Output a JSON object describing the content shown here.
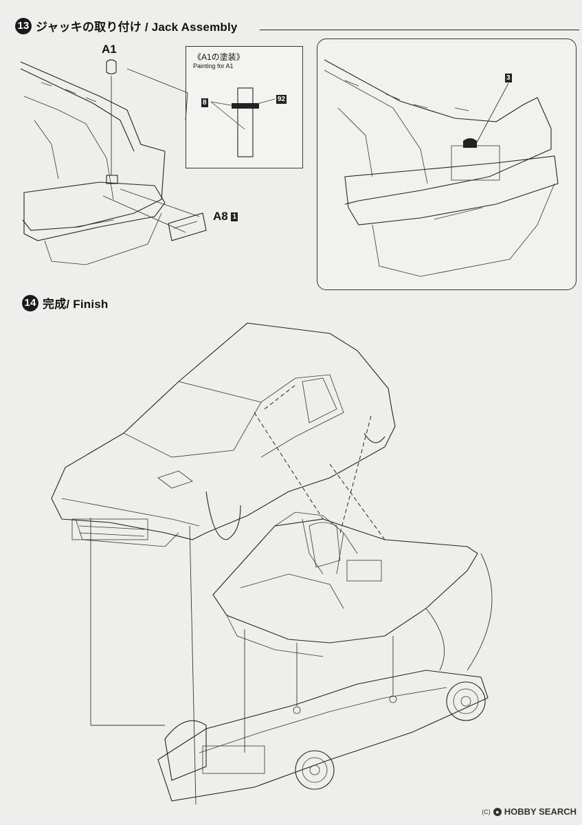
{
  "step13": {
    "number": "13",
    "title": "ジャッキの取り付け / Jack Assembly",
    "part_a1": "A1",
    "part_a8": "A8",
    "part_a8_badge": "1",
    "painting": {
      "title": "《A1の塗装》",
      "subtitle": "Painting for A1",
      "color_a": "8",
      "color_b": "92"
    },
    "inset_badge": "3"
  },
  "step14": {
    "number": "14",
    "title": "完成/ Finish"
  },
  "watermark": {
    "tm": "(C)",
    "text": "HOBBY SEARCH"
  }
}
